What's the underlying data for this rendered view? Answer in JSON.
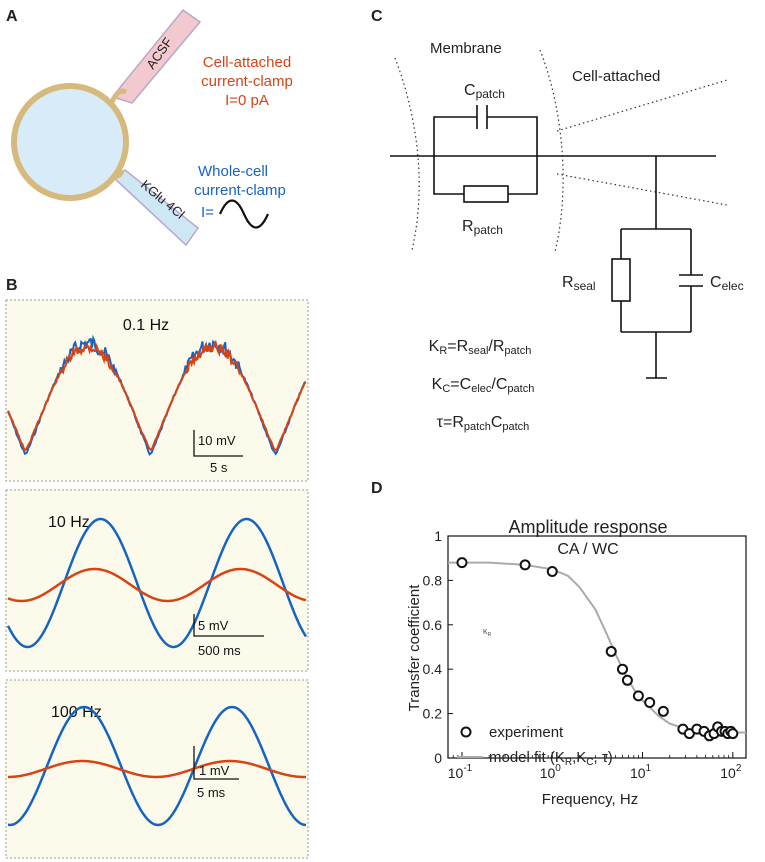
{
  "panels": {
    "a": "A",
    "b": "B",
    "c": "C",
    "d": "D"
  },
  "colors": {
    "blue": "#1565c0",
    "orange": "#d84315",
    "cell_fill": "#d7ecf8",
    "cell_border": "#d6b97d",
    "panel_bg": "#fcfbeb",
    "pipette_pink": "#f3c9d0",
    "pipette_blue": "#cde7f5",
    "fit_gray": "#aaaaaa"
  },
  "panel_a": {
    "pipette_top_label": "ACSF",
    "pipette_bottom_label": "KGlu 4Cl",
    "ca_label": {
      "line1": "Cell-attached",
      "line2": "current-clamp",
      "line3": "I=0 pA"
    },
    "wc_label": {
      "line1": "Whole-cell",
      "line2": "current-clamp",
      "line3": "I="
    }
  },
  "panel_b": {
    "traces": [
      {
        "freq": "0.1 Hz",
        "scale_y": "10 mV",
        "scale_x": "5 s"
      },
      {
        "freq": "10 Hz",
        "scale_y": "5 mV",
        "scale_x": "500 ms"
      },
      {
        "freq": "100 Hz",
        "scale_y": "1 mV",
        "scale_x": "5 ms"
      }
    ]
  },
  "panel_c": {
    "membrane": "Membrane",
    "cell_attached": "Cell-attached",
    "c_patch": {
      "base": "C",
      "sub": "patch"
    },
    "r_patch": {
      "base": "R",
      "sub": "patch"
    },
    "r_seal": {
      "base": "R",
      "sub": "seal"
    },
    "c_elec": {
      "base": "C",
      "sub": "elec"
    },
    "eq1": {
      "a": "K",
      "a_sub": "R",
      "eq": "=",
      "b": "R",
      "b_sub": "seal",
      "slash": "/",
      "c": "R",
      "c_sub": "patch"
    },
    "eq2": {
      "a": "K",
      "a_sub": "C",
      "eq": "=",
      "b": "C",
      "b_sub": "elec",
      "slash": "/",
      "c": "C",
      "c_sub": "patch"
    },
    "eq3": {
      "a": "τ",
      "eq": "=",
      "b": "R",
      "b_sub": "patch",
      "c": "C",
      "c_sub": "patch"
    }
  },
  "panel_d": {
    "title_line1": "Amplitude response",
    "title_line2": "CA / WC",
    "ylabel": "Transfer coefficient",
    "xlabel": "Frequency, Hz",
    "stray_label": "K",
    "stray_label_sub": "R",
    "legend_experiment": "experiment",
    "legend_fit": "model fit (K",
    "legend_fit_sub1": "R",
    "legend_fit_mid": ",K",
    "legend_fit_sub2": "C",
    "legend_fit_end": ", τ)"
  },
  "chart_data": {
    "type": "scatter",
    "title": "Amplitude response CA / WC",
    "xlabel": "Frequency, Hz",
    "ylabel": "Transfer coefficient",
    "x_scale": "log",
    "xlim": [
      0.07,
      140
    ],
    "ylim": [
      0,
      1
    ],
    "x_ticks": [
      {
        "base": "10",
        "exp": "-1"
      },
      {
        "base": "10",
        "exp": "0"
      },
      {
        "base": "10",
        "exp": "1"
      },
      {
        "base": "10",
        "exp": "2"
      }
    ],
    "y_ticks": [
      "0",
      "0.2",
      "0.4",
      "0.6",
      "0.8",
      "1"
    ],
    "legend_position": "bottom-left",
    "series": [
      {
        "name": "experiment",
        "type": "scatter",
        "x": [
          0.1,
          0.5,
          1,
          4.5,
          6,
          6.8,
          9,
          12,
          17,
          28,
          33,
          40,
          48,
          55,
          62,
          68,
          75,
          82,
          88,
          95,
          100
        ],
        "y": [
          0.88,
          0.87,
          0.84,
          0.48,
          0.4,
          0.35,
          0.28,
          0.25,
          0.21,
          0.13,
          0.11,
          0.13,
          0.12,
          0.1,
          0.11,
          0.14,
          0.12,
          0.12,
          0.11,
          0.12,
          0.11
        ]
      },
      {
        "name": "model fit (KR,KC, τ)",
        "type": "line",
        "x": [
          0.07,
          0.1,
          0.2,
          0.5,
          1,
          1.5,
          2,
          3,
          4,
          5,
          6,
          8,
          10,
          15,
          20,
          30,
          50,
          100,
          140
        ],
        "y": [
          0.88,
          0.88,
          0.88,
          0.87,
          0.85,
          0.82,
          0.77,
          0.67,
          0.56,
          0.47,
          0.4,
          0.31,
          0.26,
          0.19,
          0.155,
          0.13,
          0.12,
          0.115,
          0.115
        ]
      }
    ]
  }
}
